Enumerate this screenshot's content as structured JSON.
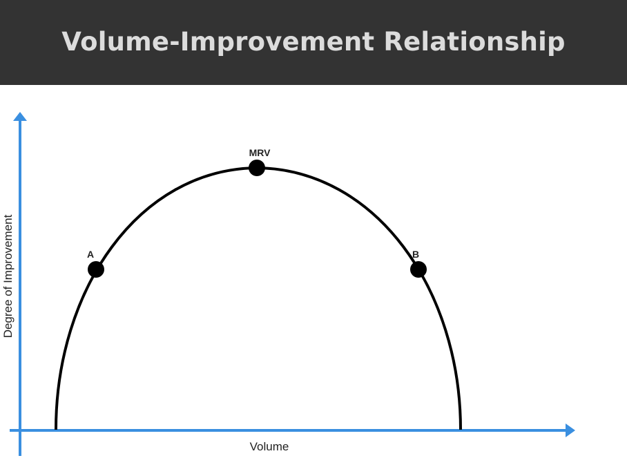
{
  "header": {
    "title": "Volume-Improvement Relationship",
    "background": "#333333"
  },
  "diagram": {
    "x_axis_label": "Volume",
    "y_axis_label": "Degree of Improvement",
    "axis_color": "#3a8fe0",
    "curve_color": "#000000",
    "curve_shape": "inverted-u",
    "points": [
      {
        "label": "A"
      },
      {
        "label": "MRV"
      },
      {
        "label": "B"
      }
    ]
  }
}
